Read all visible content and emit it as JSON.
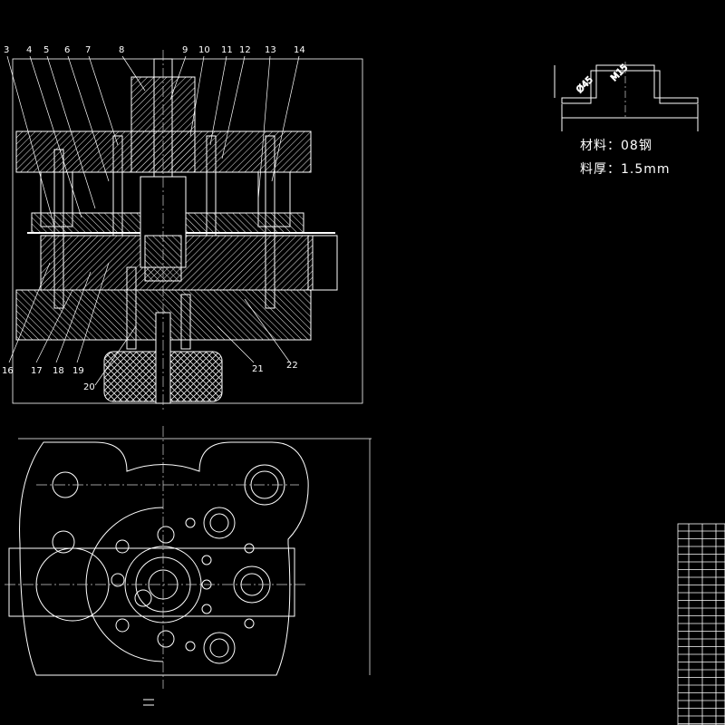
{
  "callouts": {
    "top": [
      "3",
      "4",
      "5",
      "6",
      "7",
      "8",
      "9",
      "10",
      "11",
      "12",
      "13",
      "14"
    ],
    "bottom": [
      "16",
      "17",
      "18",
      "19",
      "20",
      "21",
      "22"
    ]
  },
  "part_spec": {
    "dim_a": "Ø45",
    "dim_b": "M15",
    "material": "材料：08钢",
    "thickness": "料厚：1.5mm"
  },
  "colors": {
    "background": "#000000",
    "outline": "#ffffff",
    "hatch": "#e8e8e8",
    "centerline": "#cfcfcf"
  }
}
